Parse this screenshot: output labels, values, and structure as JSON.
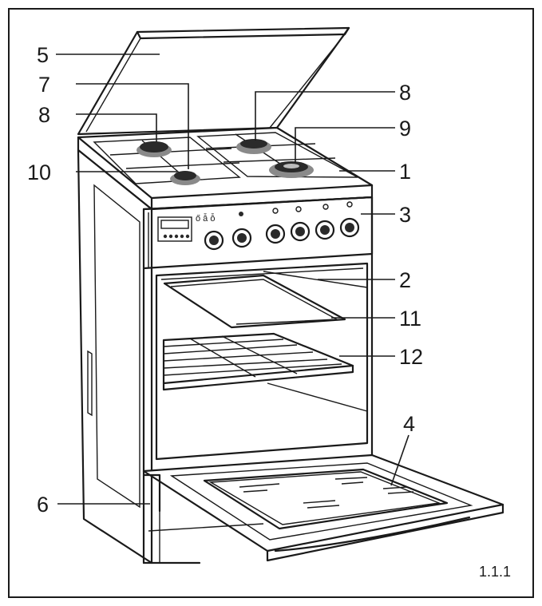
{
  "figure_number": "1.1.1",
  "callouts": [
    {
      "id": "5",
      "label": "5"
    },
    {
      "id": "7",
      "label": "7"
    },
    {
      "id": "8-left",
      "label": "8"
    },
    {
      "id": "10",
      "label": "10"
    },
    {
      "id": "8-right",
      "label": "8"
    },
    {
      "id": "9",
      "label": "9"
    },
    {
      "id": "1",
      "label": "1"
    },
    {
      "id": "3",
      "label": "3"
    },
    {
      "id": "2",
      "label": "2"
    },
    {
      "id": "11",
      "label": "11"
    },
    {
      "id": "12",
      "label": "12"
    },
    {
      "id": "4",
      "label": "4"
    },
    {
      "id": "6",
      "label": "6"
    }
  ]
}
